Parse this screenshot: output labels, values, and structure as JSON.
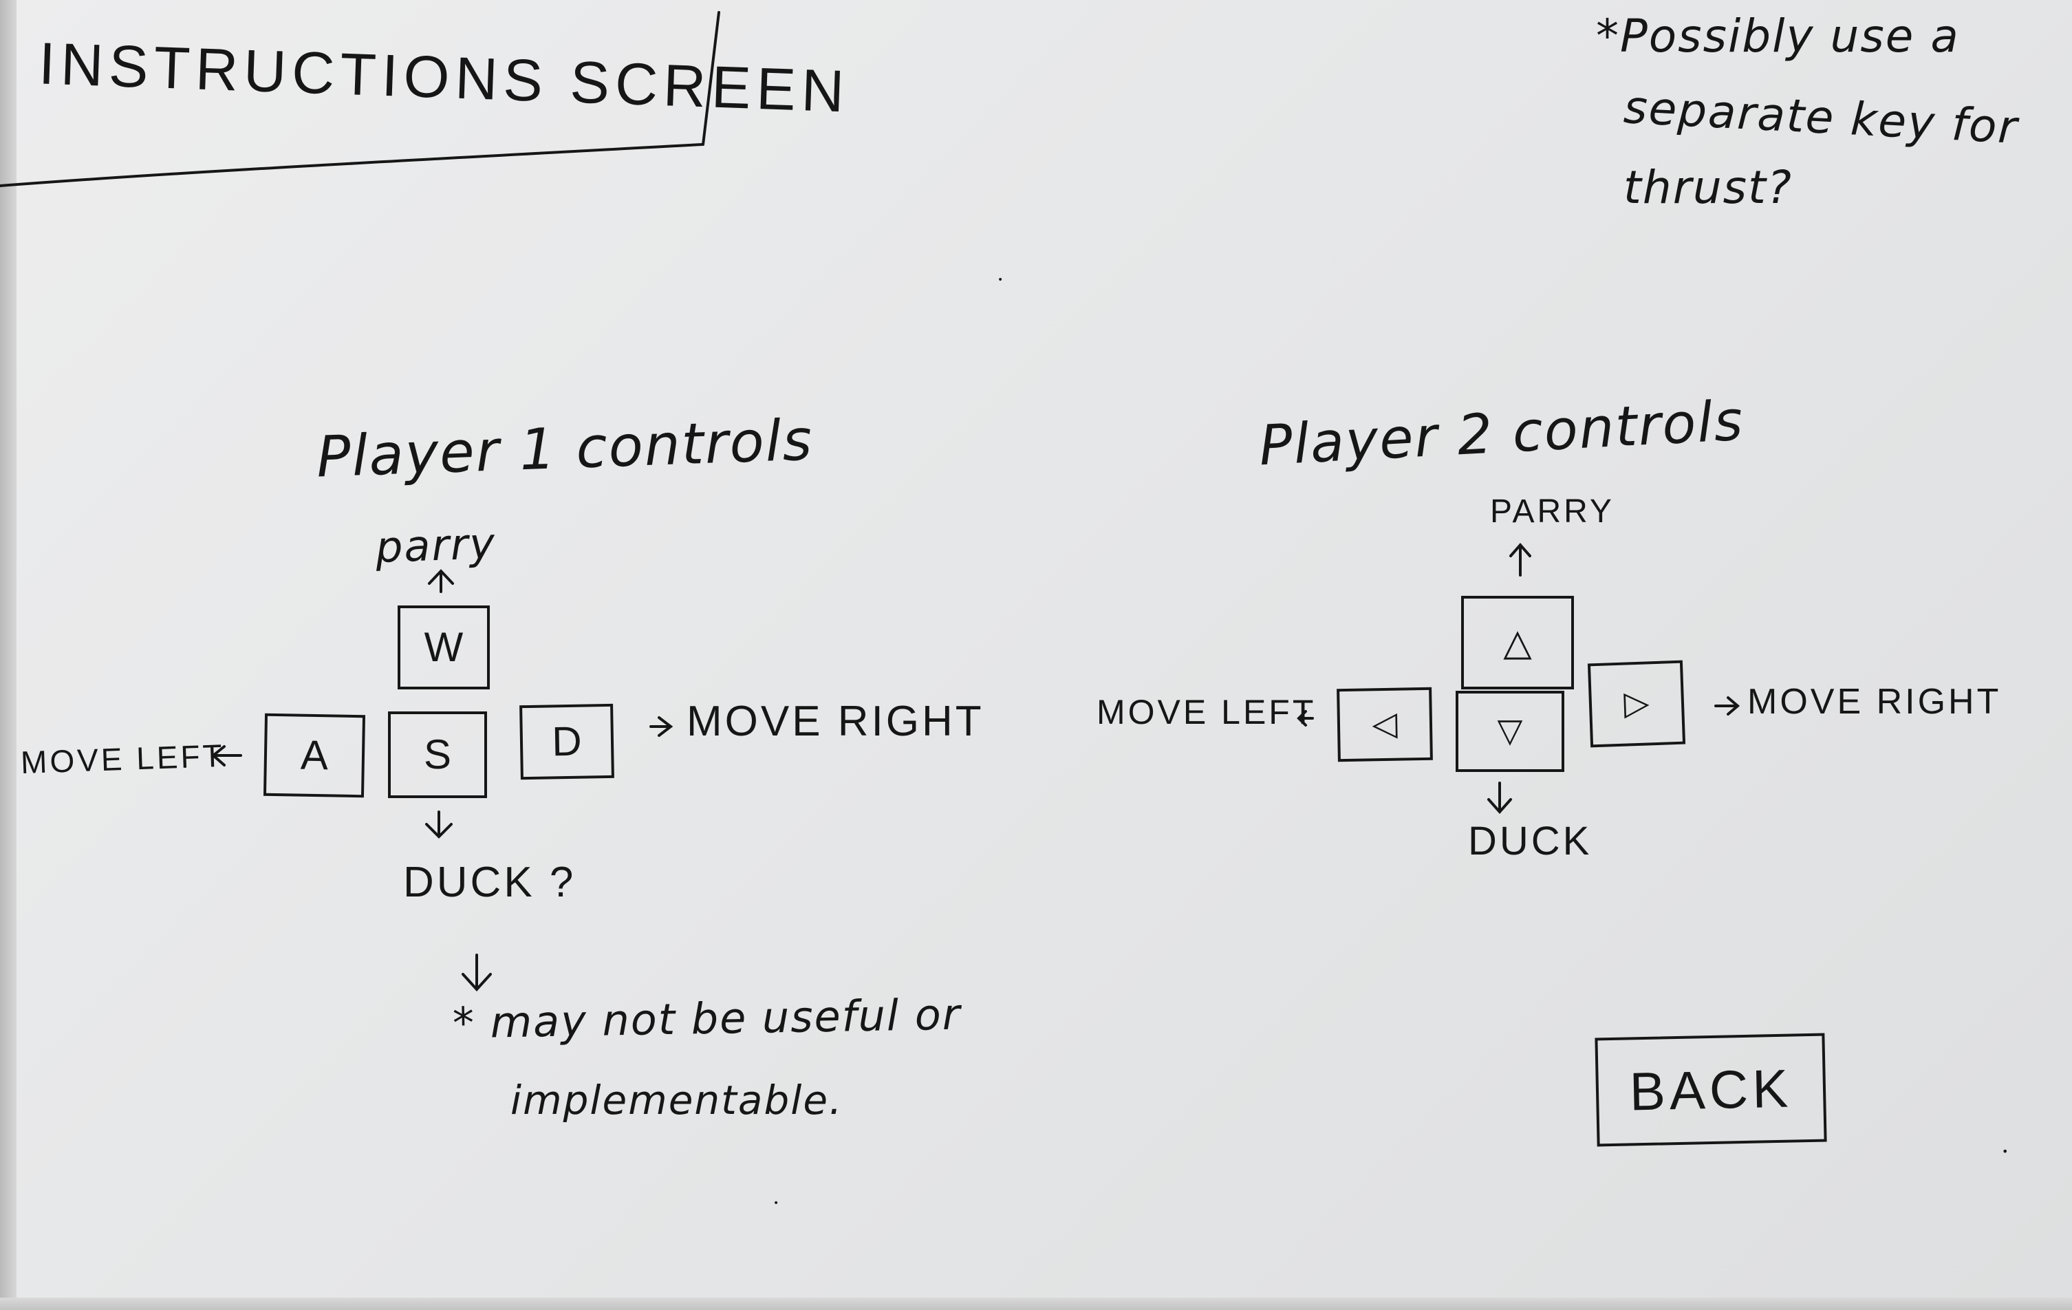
{
  "screen_title": "INSTRUCTIONS SCREEN",
  "note_top": {
    "line1": "*Possibly use a",
    "line2": "separate key for",
    "line3": "thrust?"
  },
  "player1": {
    "heading": "Player 1 controls",
    "up_action": "parry",
    "keys": {
      "up": "W",
      "left": "A",
      "down": "S",
      "right": "D"
    },
    "left_action": "MOVE LEFT",
    "right_action": "MOVE RIGHT",
    "down_action": "DUCK ?",
    "note_line1": "* may not be useful or",
    "note_line2": "implementable."
  },
  "player2": {
    "heading": "Player 2 controls",
    "up_action": "PARRY",
    "keys": {
      "up": "△",
      "left": "◁",
      "down": "▽",
      "right": "▷"
    },
    "left_action": "MOVE LEFT",
    "right_action": "MOVE RIGHT",
    "down_action": "DUCK"
  },
  "back_button": "BACK",
  "colors": {
    "paper": "#e9eaeb",
    "ink": "#161616"
  }
}
